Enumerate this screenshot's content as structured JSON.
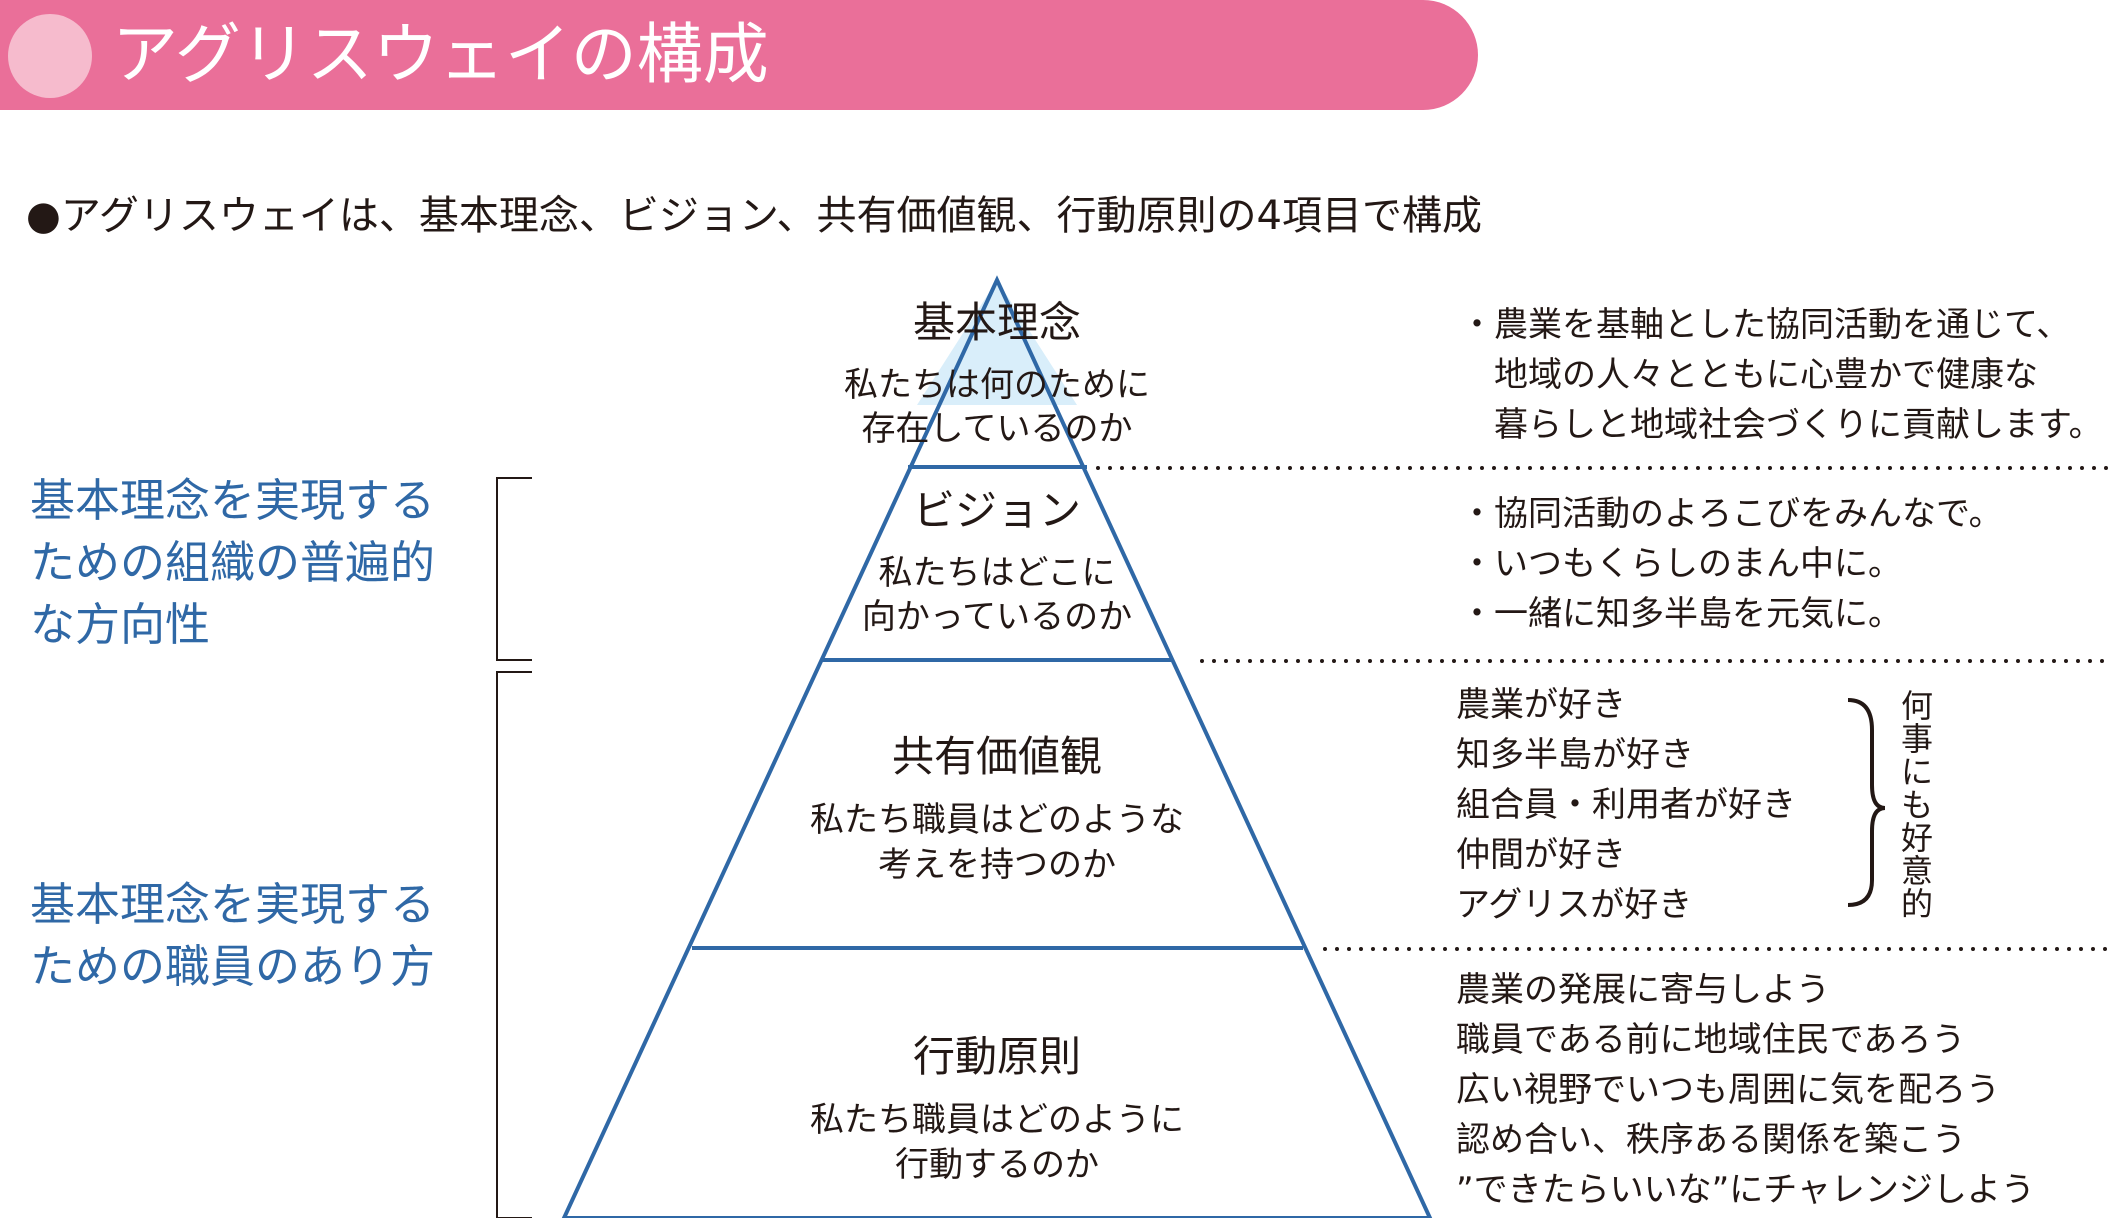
{
  "header": {
    "title": "アグリスウェイの構成"
  },
  "intro": "●アグリスウェイは、基本理念、ビジョン、共有価値観、行動原則の4項目で構成",
  "colors": {
    "banner": "#ea6f99",
    "banner_circle": "#f6bbcd",
    "pyramid_line": "#2f68a6",
    "apex_fill": "#d9eefa",
    "side_label": "#2f68a6"
  },
  "tiers": [
    {
      "title": "基本理念",
      "desc_line1": "私たちは何のために",
      "desc_line2": "存在しているのか"
    },
    {
      "title": "ビジョン",
      "desc_line1": "私たちはどこに",
      "desc_line2": "向かっているのか"
    },
    {
      "title": "共有価値観",
      "desc_line1": "私たち職員はどのような",
      "desc_line2": "考えを持つのか"
    },
    {
      "title": "行動原則",
      "desc_line1": "私たち職員はどのように",
      "desc_line2": "行動するのか"
    }
  ],
  "side_labels": {
    "upper": [
      "基本理念を実現する",
      "ための組織の普遍的",
      "な方向性"
    ],
    "lower": [
      "基本理念を実現する",
      "ための職員のあり方"
    ]
  },
  "details": {
    "philosophy": [
      "・農業を基軸とした協同活動を通じて、",
      "　地域の人々とともに心豊かで健康な",
      "　暮らしと地域社会づくりに貢献します。"
    ],
    "vision": [
      "・協同活動のよろこびをみんなで。",
      "・いつもくらしのまん中に。",
      "・一緒に知多半島を元気に。"
    ],
    "values": [
      "農業が好き",
      "知多半島が好き",
      "組合員・利用者が好き",
      "仲間が好き",
      "アグリスが好き"
    ],
    "values_note": "何事にも好意的",
    "principles": [
      "農業の発展に寄与しよう",
      "職員である前に地域住民であろう",
      "広い視野でいつも周囲に気を配ろう",
      "認め合い、秩序ある関係を築こう",
      "”できたらいいな”にチャレンジしよう"
    ]
  }
}
